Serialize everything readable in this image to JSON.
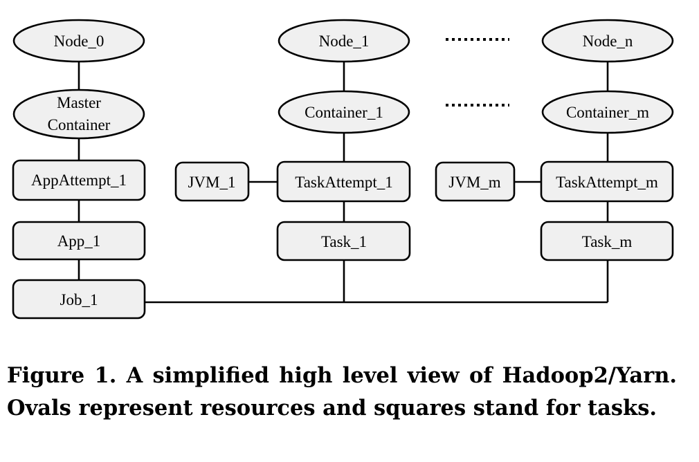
{
  "nodes": {
    "node_0": "Node_0",
    "node_1": "Node_1",
    "node_n": "Node_n",
    "master_container_line1": "Master",
    "master_container_line2": "Container",
    "container_1": "Container_1",
    "container_m": "Container_m",
    "app_attempt_1": "AppAttempt_1",
    "app_1": "App_1",
    "job_1": "Job_1",
    "jvm_1": "JVM_1",
    "task_attempt_1": "TaskAttempt_1",
    "task_1": "Task_1",
    "jvm_m": "JVM_m",
    "task_attempt_m": "TaskAttempt_m",
    "task_m": "Task_m"
  },
  "caption": "Figure 1. A simplified high level view of Hadoop2/Yarn. Ovals represent resources and squares stand for tasks."
}
